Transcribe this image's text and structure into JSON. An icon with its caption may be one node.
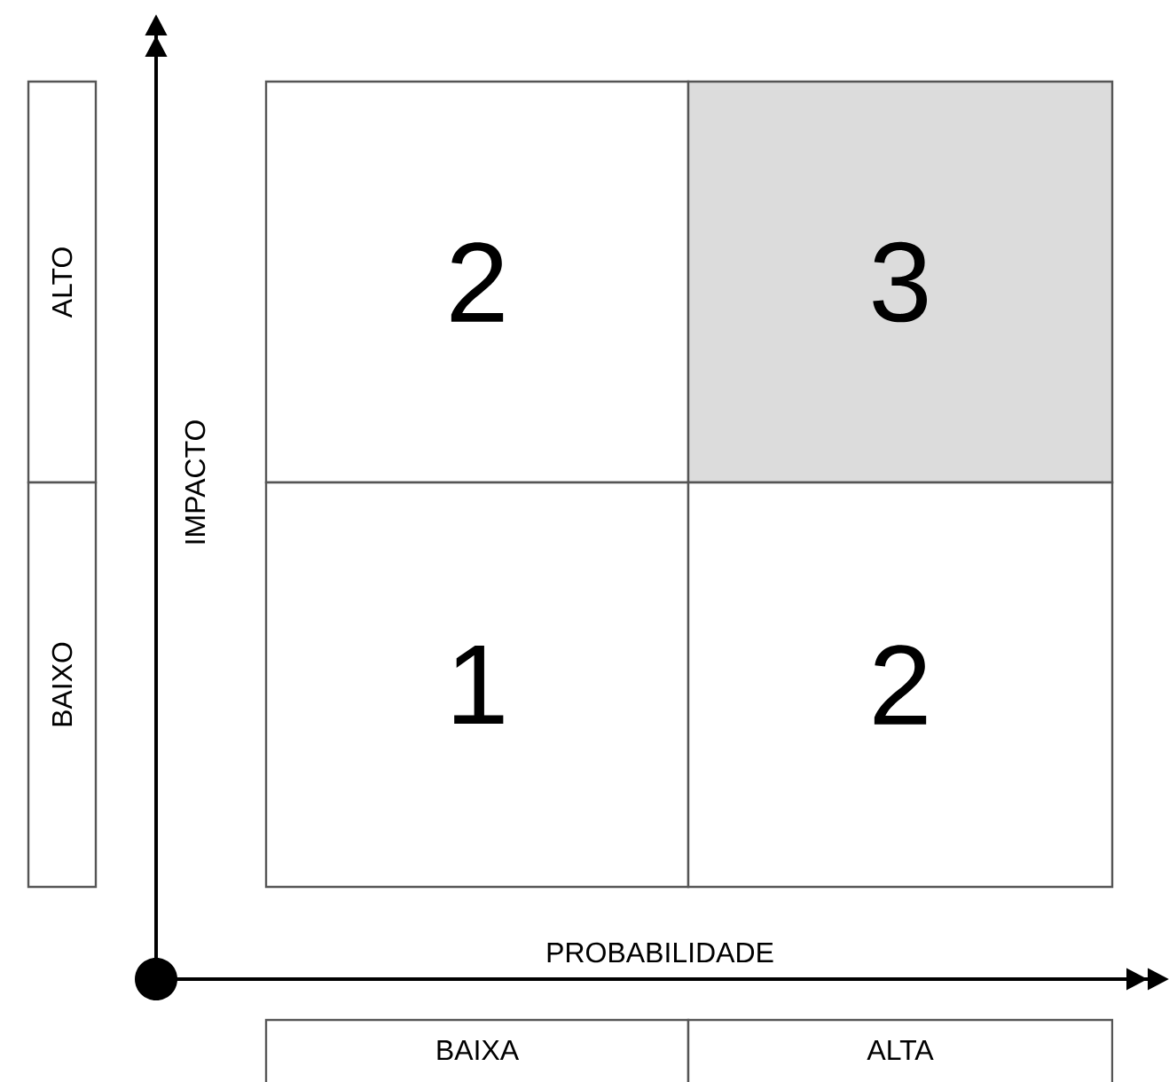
{
  "diagram": {
    "nodes": [
      {
        "text": [
          "2"
        ]
      },
      {
        "text": [
          "3"
        ]
      },
      {
        "text": [
          "1"
        ]
      },
      {
        "text": [
          "2"
        ]
      },
      {
        "text": [
          "ALTO"
        ]
      },
      {
        "text": [
          "BAIXO"
        ]
      },
      {
        "text": [
          "BAIXA"
        ]
      },
      {
        "text": [
          "ALTA"
        ]
      }
    ],
    "labels": [
      "IMPACTO",
      "PROBABILIDADE"
    ]
  }
}
